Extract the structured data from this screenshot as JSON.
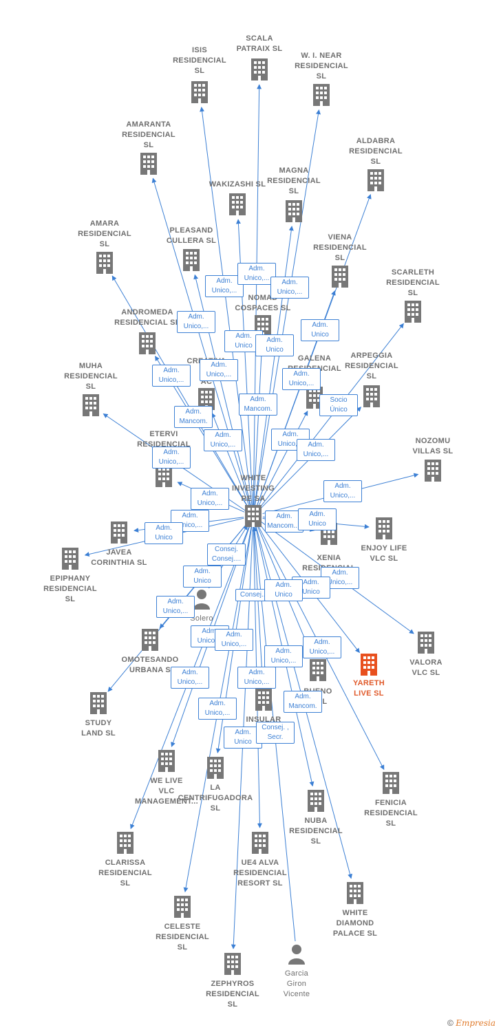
{
  "colors": {
    "edge": "#3b7fd4",
    "node": "#777777",
    "focus": "#e8501e",
    "label": "#6e6e6e"
  },
  "nodes": [
    {
      "id": "white_investing",
      "label": "WHITE\nINVESTING\nRE SA",
      "type": "company"
    },
    {
      "id": "isis",
      "label": "ISIS\nRESIDENCIAL\nSL",
      "type": "company"
    },
    {
      "id": "scala",
      "label": "SCALA\nPATRAIX  SL",
      "type": "company"
    },
    {
      "id": "wnear",
      "label": "W.  I. NEAR\nRESIDENCIAL\nSL",
      "type": "company"
    },
    {
      "id": "amaranta",
      "label": "AMARANTA\nRESIDENCIAL\nSL",
      "type": "company"
    },
    {
      "id": "aldabra",
      "label": "ALDABRA\nRESIDENCIAL\nSL",
      "type": "company"
    },
    {
      "id": "wakizashi",
      "label": "WAKIZASHI  SL",
      "type": "company"
    },
    {
      "id": "magna",
      "label": "MAGNA\nRESIDENCIAL\nSL",
      "type": "company"
    },
    {
      "id": "amara",
      "label": "AMARA\nRESIDENCIAL\nSL",
      "type": "company"
    },
    {
      "id": "pleasand",
      "label": "PLEASAND\nCULLERA  SL",
      "type": "company"
    },
    {
      "id": "viena",
      "label": "VIENA\nRESIDENCIAL\nSL",
      "type": "company"
    },
    {
      "id": "scarleth",
      "label": "SCARLETH\nRESIDENCIAL\nSL",
      "type": "company"
    },
    {
      "id": "nomad",
      "label": "NOMAD\nCOSPACES  SL",
      "type": "company"
    },
    {
      "id": "andromeda",
      "label": "ANDROMEDA\nRESIDENCIAL  SL",
      "type": "company"
    },
    {
      "id": "galena",
      "label": "GALENA\nRESIDENCIAL",
      "type": "company"
    },
    {
      "id": "arpeggia",
      "label": "ARPEGGIA\nRESIDENCIAL\nSL",
      "type": "company"
    },
    {
      "id": "creativa",
      "label": "CREATIVA\nH\nAC",
      "type": "company"
    },
    {
      "id": "muha",
      "label": "MUHA\nRESIDENCIAL\nSL",
      "type": "company"
    },
    {
      "id": "nozomu",
      "label": "NOZOMU\nVILLAS  SL",
      "type": "company"
    },
    {
      "id": "etervi",
      "label": "ETERVI\nRESIDENCIAL",
      "type": "company"
    },
    {
      "id": "javea",
      "label": "JAVEA\nCORINTHIA  SL",
      "type": "company"
    },
    {
      "id": "epiphany",
      "label": "EPIPHANY\nRESIDENCIAL\nSL",
      "type": "company"
    },
    {
      "id": "xenia",
      "label": "XENIA\nRESIDENCIAL",
      "type": "company"
    },
    {
      "id": "enjoy",
      "label": "ENJOY LIFE\nVLC  SL",
      "type": "company"
    },
    {
      "id": "solero",
      "label": "Solero\nVaz\nJo",
      "type": "person"
    },
    {
      "id": "valora",
      "label": "VALORA\nVLC  SL",
      "type": "company"
    },
    {
      "id": "omotesando",
      "label": "OMOTESANDO\nURBANA  S",
      "type": "company"
    },
    {
      "id": "yareth",
      "label": "YARETH\nLIVE  SL",
      "type": "focus"
    },
    {
      "id": "bueno",
      "label": "BUENO\nCIAL",
      "type": "company"
    },
    {
      "id": "study",
      "label": "STUDY\nLAND  SL",
      "type": "company"
    },
    {
      "id": "insular",
      "label": "INSULAR",
      "type": "company"
    },
    {
      "id": "welive",
      "label": "WE LIVE\nVLC\nMANAGEMENT...",
      "type": "company"
    },
    {
      "id": "centrifugadora",
      "label": "LA\nCENTRIFUGADORA\nSL",
      "type": "company"
    },
    {
      "id": "fenicia",
      "label": "FENICIA\nRESIDENCIAL\nSL",
      "type": "company"
    },
    {
      "id": "nuba",
      "label": "NUBA\nRESIDENCIAL\nSL",
      "type": "company"
    },
    {
      "id": "clarissa",
      "label": "CLARISSA\nRESIDENCIAL\nSL",
      "type": "company"
    },
    {
      "id": "ue4",
      "label": "UE4  ALVA\nRESIDENCIAL\nRESORT  SL",
      "type": "company"
    },
    {
      "id": "whitediamond",
      "label": "WHITE\nDIAMOND\nPALACE  SL",
      "type": "company"
    },
    {
      "id": "celeste",
      "label": "CELESTE\nRESIDENCIAL\nSL",
      "type": "company"
    },
    {
      "id": "zephyros",
      "label": "ZEPHYROS\nRESIDENCIAL\nSL",
      "type": "company"
    },
    {
      "id": "garcia",
      "label": "Garcia\nGiron\nVicente",
      "type": "person"
    }
  ],
  "edges": [
    {
      "from": "white_investing",
      "to": "isis"
    },
    {
      "from": "white_investing",
      "to": "scala"
    },
    {
      "from": "white_investing",
      "to": "wnear"
    },
    {
      "from": "white_investing",
      "to": "amaranta"
    },
    {
      "from": "white_investing",
      "to": "aldabra"
    },
    {
      "from": "white_investing",
      "to": "wakizashi"
    },
    {
      "from": "white_investing",
      "to": "magna"
    },
    {
      "from": "white_investing",
      "to": "amara"
    },
    {
      "from": "white_investing",
      "to": "pleasand"
    },
    {
      "from": "white_investing",
      "to": "viena"
    },
    {
      "from": "white_investing",
      "to": "scarleth"
    },
    {
      "from": "white_investing",
      "to": "nomad"
    },
    {
      "from": "white_investing",
      "to": "andromeda"
    },
    {
      "from": "white_investing",
      "to": "galena"
    },
    {
      "from": "white_investing",
      "to": "arpeggia"
    },
    {
      "from": "white_investing",
      "to": "creativa"
    },
    {
      "from": "white_investing",
      "to": "muha"
    },
    {
      "from": "white_investing",
      "to": "nozomu"
    },
    {
      "from": "white_investing",
      "to": "etervi"
    },
    {
      "from": "white_investing",
      "to": "javea"
    },
    {
      "from": "white_investing",
      "to": "epiphany"
    },
    {
      "from": "white_investing",
      "to": "xenia"
    },
    {
      "from": "white_investing",
      "to": "enjoy"
    },
    {
      "from": "white_investing",
      "to": "valora"
    },
    {
      "from": "white_investing",
      "to": "yareth"
    },
    {
      "from": "white_investing",
      "to": "omotesando"
    },
    {
      "from": "white_investing",
      "to": "bueno"
    },
    {
      "from": "white_investing",
      "to": "study"
    },
    {
      "from": "white_investing",
      "to": "insular"
    },
    {
      "from": "white_investing",
      "to": "welive"
    },
    {
      "from": "white_investing",
      "to": "centrifugadora"
    },
    {
      "from": "white_investing",
      "to": "fenicia"
    },
    {
      "from": "white_investing",
      "to": "nuba"
    },
    {
      "from": "white_investing",
      "to": "clarissa"
    },
    {
      "from": "white_investing",
      "to": "ue4"
    },
    {
      "from": "white_investing",
      "to": "whitediamond"
    },
    {
      "from": "white_investing",
      "to": "celeste"
    },
    {
      "from": "white_investing",
      "to": "zephyros"
    },
    {
      "from": "solero",
      "to": "white_investing"
    },
    {
      "from": "garcia",
      "to": "white_investing"
    }
  ],
  "badges": [
    "Adm.\nUnico,...",
    "Adm.\nUnico,...",
    "Adm.\nUnico,...",
    "Adm.\nUnico,...",
    "Adm.\nUnico",
    "Adm.\nUnico",
    "Adm.\nUnico",
    "Adm.\nUnico,...",
    "Adm.\nUnico,...",
    "Adm.\nUnico,...",
    "Adm.\nMancom.",
    "Adm.\nMancom.",
    "Socio\nÚnico",
    "Adm.\nUnico,...",
    "Adm.\nUnico,...",
    "Adm.\nUnico,...",
    "Adm.\nUnico,...",
    "Adm.\nUnico,...",
    "Adm.\nUnico,...",
    "Adm.\nUnico,...",
    "Adm.\nMancom....",
    "Adm.\nUnico",
    "Adm.\nUnico",
    "Consej.\nConsej....",
    "Adm.\nUnico",
    "Adm.\nUnico,...",
    "Adm.\nUnico",
    "Adm.\nUnico,...",
    "Consej....",
    "Adm.\nUnico",
    "Adm.\nUnico,...",
    "Adm.\nUnico,...",
    "Adm.\nUnico,...",
    "Adm.\nUnico,...",
    "Adm.\nUnico,...",
    "Adm.\nUnico,...",
    "Adm.\nMancom.",
    "Adm.\nUnico,...",
    "Adm.\nUnico",
    "Consej. ,\nSecr."
  ],
  "footer": {
    "copyright": "©",
    "brand": "Empresia"
  }
}
